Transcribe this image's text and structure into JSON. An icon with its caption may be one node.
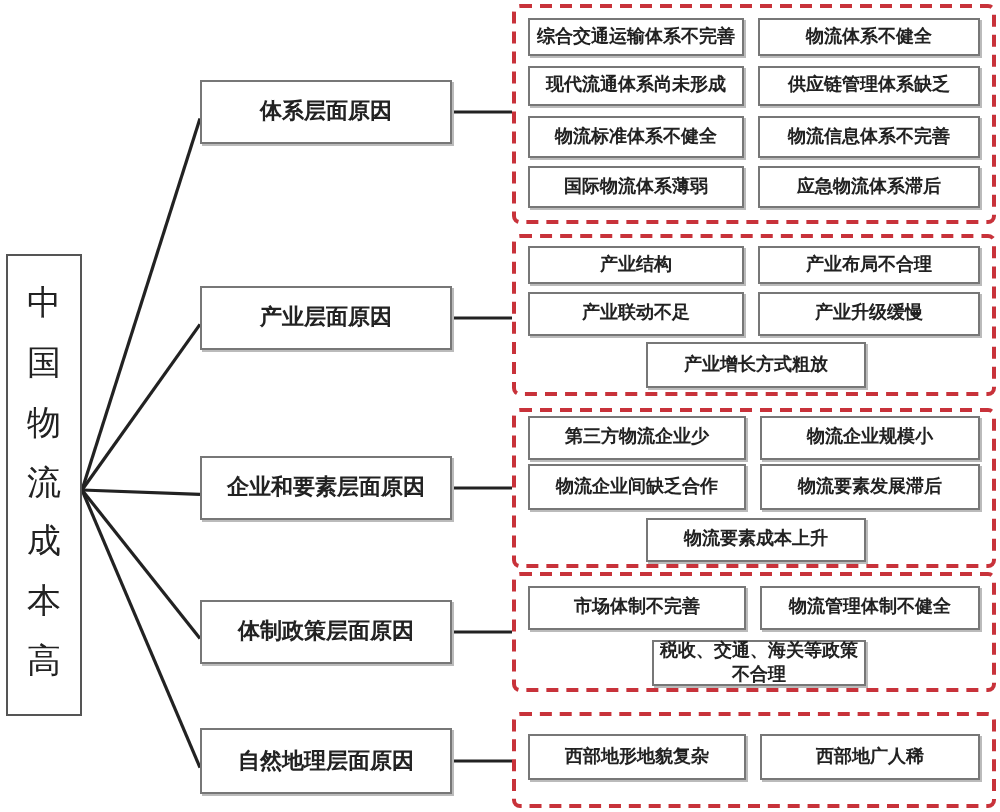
{
  "diagram": {
    "nodes": [
      {
        "text": [
          "中国物流成本高"
        ]
      },
      {
        "text": [
          "体系层面原因"
        ]
      },
      {
        "text": [
          "产业层面原因"
        ]
      },
      {
        "text": [
          "企业和要素层面原因"
        ]
      },
      {
        "text": [
          "体制政策层面原因"
        ]
      },
      {
        "text": [
          "自然地理层面原因"
        ]
      },
      {
        "text": [],
        "shape": "box"
      },
      {
        "text": [
          "综合交通运输体系不完善"
        ],
        "in": 6
      },
      {
        "text": [
          "物流体系不健全"
        ],
        "in": 6
      },
      {
        "text": [
          "现代流通体系尚未形成"
        ],
        "in": 6
      },
      {
        "text": [
          "供应链管理体系缺乏"
        ],
        "in": 6
      },
      {
        "text": [
          "物流标准体系不健全"
        ],
        "in": 6
      },
      {
        "text": [
          "物流信息体系不完善"
        ],
        "in": 6
      },
      {
        "text": [
          "国际物流体系薄弱"
        ],
        "in": 6
      },
      {
        "text": [
          "应急物流体系滞后"
        ],
        "in": 6
      },
      {
        "text": [],
        "shape": "box"
      },
      {
        "text": [
          "产业结构"
        ],
        "in": 15
      },
      {
        "text": [
          "产业布局不合理"
        ],
        "in": 15
      },
      {
        "text": [
          "产业联动不足"
        ],
        "in": 15
      },
      {
        "text": [
          "产业升级缓慢"
        ],
        "in": 15
      },
      {
        "text": [
          "产业增长方式粗放"
        ],
        "in": 15
      },
      {
        "text": [],
        "shape": "box"
      },
      {
        "text": [
          "第三方物流企业少"
        ],
        "in": 21
      },
      {
        "text": [
          "物流企业规模小"
        ],
        "in": 21
      },
      {
        "text": [
          "物流企业间缺乏合作"
        ],
        "in": 21
      },
      {
        "text": [
          "物流要素发展滞后"
        ],
        "in": 21
      },
      {
        "text": [
          "物流要素成本上升"
        ],
        "in": 21
      },
      {
        "text": [],
        "shape": "box"
      },
      {
        "text": [
          "市场体制不完善"
        ],
        "in": 27
      },
      {
        "text": [
          "物流管理体制不健全"
        ],
        "in": 27
      },
      {
        "text": [
          "税收、交通、海关等政策不合理"
        ],
        "in": 27
      },
      {
        "text": [],
        "shape": "box"
      },
      {
        "text": [
          "西部地形地貌复杂"
        ],
        "in": 31
      },
      {
        "text": [
          "西部地广人稀"
        ],
        "in": 31
      }
    ],
    "edges": [
      {
        "from": 0,
        "to": 1,
        "arrow": "none"
      },
      {
        "from": 0,
        "to": 2,
        "arrow": "none"
      },
      {
        "from": 0,
        "to": 3,
        "arrow": "none"
      },
      {
        "from": 0,
        "to": 4,
        "arrow": "none"
      },
      {
        "from": 0,
        "to": 5,
        "arrow": "none"
      },
      {
        "from": 1,
        "to": 6,
        "arrow": "none"
      },
      {
        "from": 2,
        "to": 15,
        "arrow": "none"
      },
      {
        "from": 3,
        "to": 21,
        "arrow": "none"
      },
      {
        "from": 4,
        "to": 27,
        "arrow": "none"
      },
      {
        "from": 5,
        "to": 31,
        "arrow": "none"
      }
    ]
  }
}
